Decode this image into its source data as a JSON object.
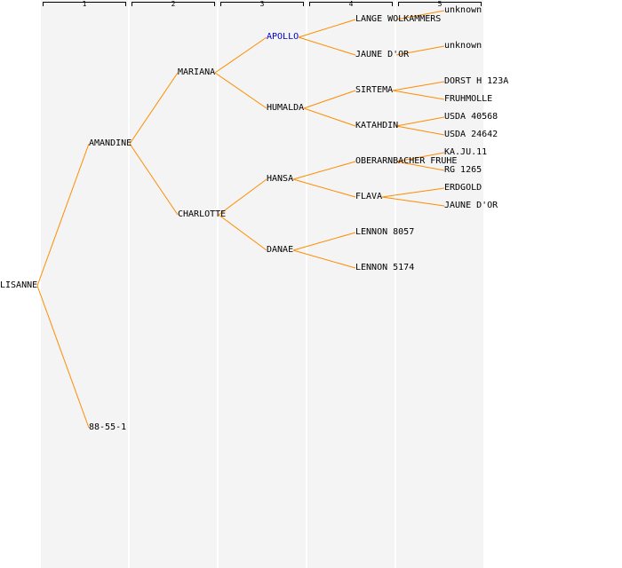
{
  "colors": {
    "line": "#ff8c00",
    "column_bg": "#f4f4f4",
    "text": "#000000",
    "link_text": "#0000cc"
  },
  "generations": [
    "1",
    "2",
    "3",
    "4",
    "5"
  ],
  "root": {
    "name": "LISANNE",
    "parents": [
      {
        "name": "AMANDINE",
        "parents": [
          {
            "name": "MARIANA",
            "parents": [
              {
                "name": "APOLLO",
                "link": true,
                "parents": [
                  {
                    "name": "LANGE WOLKAMMERS",
                    "parents": [
                      {
                        "name": "unknown"
                      }
                    ]
                  },
                  {
                    "name": "JAUNE D'OR",
                    "parents": [
                      {
                        "name": "unknown"
                      }
                    ]
                  }
                ]
              },
              {
                "name": "HUMALDA",
                "parents": [
                  {
                    "name": "SIRTEMA",
                    "parents": [
                      {
                        "name": "DORST H 123A"
                      },
                      {
                        "name": "FRUHMOLLE"
                      }
                    ]
                  },
                  {
                    "name": "KATAHDIN",
                    "parents": [
                      {
                        "name": "USDA 40568"
                      },
                      {
                        "name": "USDA 24642"
                      }
                    ]
                  }
                ]
              }
            ]
          },
          {
            "name": "CHARLOTTE",
            "parents": [
              {
                "name": "HANSA",
                "parents": [
                  {
                    "name": "OBERARNBACHER FRUHE",
                    "parents": [
                      {
                        "name": "KA.JU.11"
                      },
                      {
                        "name": "RG 1265"
                      }
                    ]
                  },
                  {
                    "name": "FLAVA",
                    "parents": [
                      {
                        "name": "ERDGOLD"
                      },
                      {
                        "name": "JAUNE D'OR"
                      }
                    ]
                  }
                ]
              },
              {
                "name": "DANAE",
                "parents": [
                  {
                    "name": "LENNON 8057"
                  },
                  {
                    "name": "LENNON 5174"
                  }
                ]
              }
            ]
          }
        ]
      },
      {
        "name": "88-55-1"
      }
    ]
  }
}
